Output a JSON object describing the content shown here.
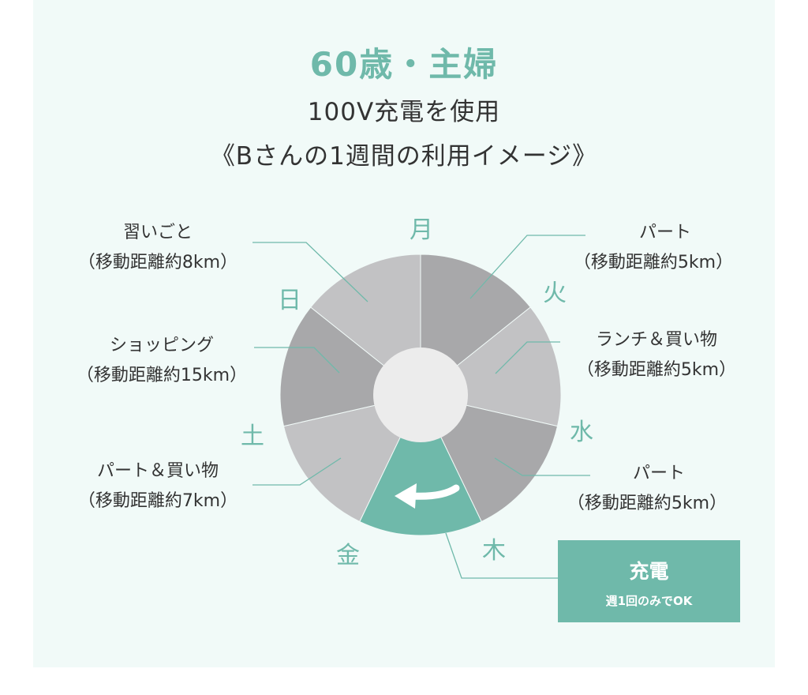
{
  "title": "60歳・主婦",
  "subtitle1": "100V充電を使用",
  "subtitle2": "《Bさんの1週間の利用イメージ》",
  "days": {
    "mon": "月",
    "tue": "火",
    "wed": "水",
    "thu": "木",
    "fri": "金",
    "sat": "土",
    "sun": "日"
  },
  "activities": {
    "mon": {
      "label": "パート",
      "distance": "（移動距離約5km）"
    },
    "tue": {
      "label": "ランチ＆買い物",
      "distance": "（移動距離約5km）"
    },
    "wed": {
      "label": "パート",
      "distance": "（移動距離約5km）"
    },
    "sat": {
      "label": "ショッピング",
      "distance": "（移動距離約15km）"
    },
    "sun": {
      "label": "習いごと",
      "distance": "（移動距離約8km）"
    },
    "fri": {
      "label": "パート＆買い物",
      "distance": "（移動距離約7km）"
    }
  },
  "charge": {
    "title": "充電",
    "note": "週1回のみでOK"
  },
  "colors": {
    "accent": "#6fb9aa",
    "segment_dark": "#a8a8aa",
    "segment_light": "#c2c2c4",
    "center": "#ececec",
    "background": "#f1faf8"
  }
}
